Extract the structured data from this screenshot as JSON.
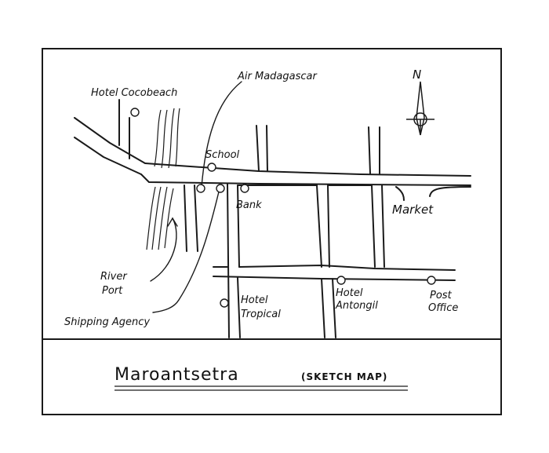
{
  "map": {
    "title": "Maroantsetra",
    "subtitle": "(SKETCH MAP)",
    "north_label": "N",
    "places": {
      "hotel_cocobeach": "Hotel Cocobeach",
      "air_madagascar": "Air Madagascar",
      "school": "School",
      "bank": "Bank",
      "market": "Market",
      "river_port_1": "River",
      "river_port_2": "Port",
      "shipping_agency": "Shipping Agency",
      "hotel_tropical_1": "Hotel",
      "hotel_tropical_2": "Tropical",
      "hotel_antongil_1": "Hotel",
      "hotel_antongil_2": "Antongil",
      "post_office_1": "Post",
      "post_office_2": "Office"
    },
    "icons": {
      "compass": "compass-rose-icon",
      "marker": "circle-marker-icon"
    },
    "colors": {
      "ink": "#1a1a1a",
      "paper": "#ffffff"
    }
  }
}
